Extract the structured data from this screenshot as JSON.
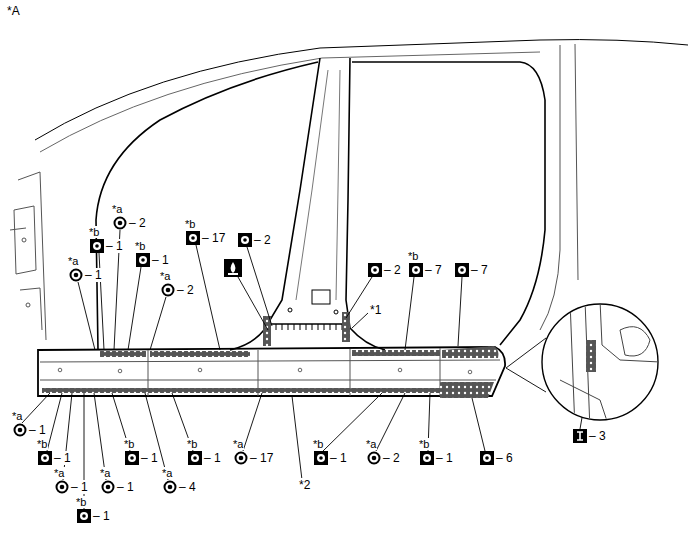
{
  "diagram": {
    "labels": [
      "*A",
      "*a",
      "– 1",
      "*b",
      "– 1",
      "*a",
      "– 2",
      "*b",
      "– 1",
      "*a",
      "– 2",
      "*b",
      "– 17",
      "– 2",
      "– 2",
      "*1",
      "*b",
      "– 7",
      "– 7",
      "*a",
      "– 1",
      "*b",
      "– 1",
      "*a",
      "– 1",
      "*b",
      "– 1",
      "*a",
      "– 1",
      "*b",
      "– 1",
      "*a",
      "– 4",
      "*b",
      "– 1",
      "*a",
      "– 17",
      "*2",
      "*b",
      "– 1",
      "*a",
      "– 2",
      "*b",
      "– 1",
      "– 6",
      "– 3"
    ]
  }
}
